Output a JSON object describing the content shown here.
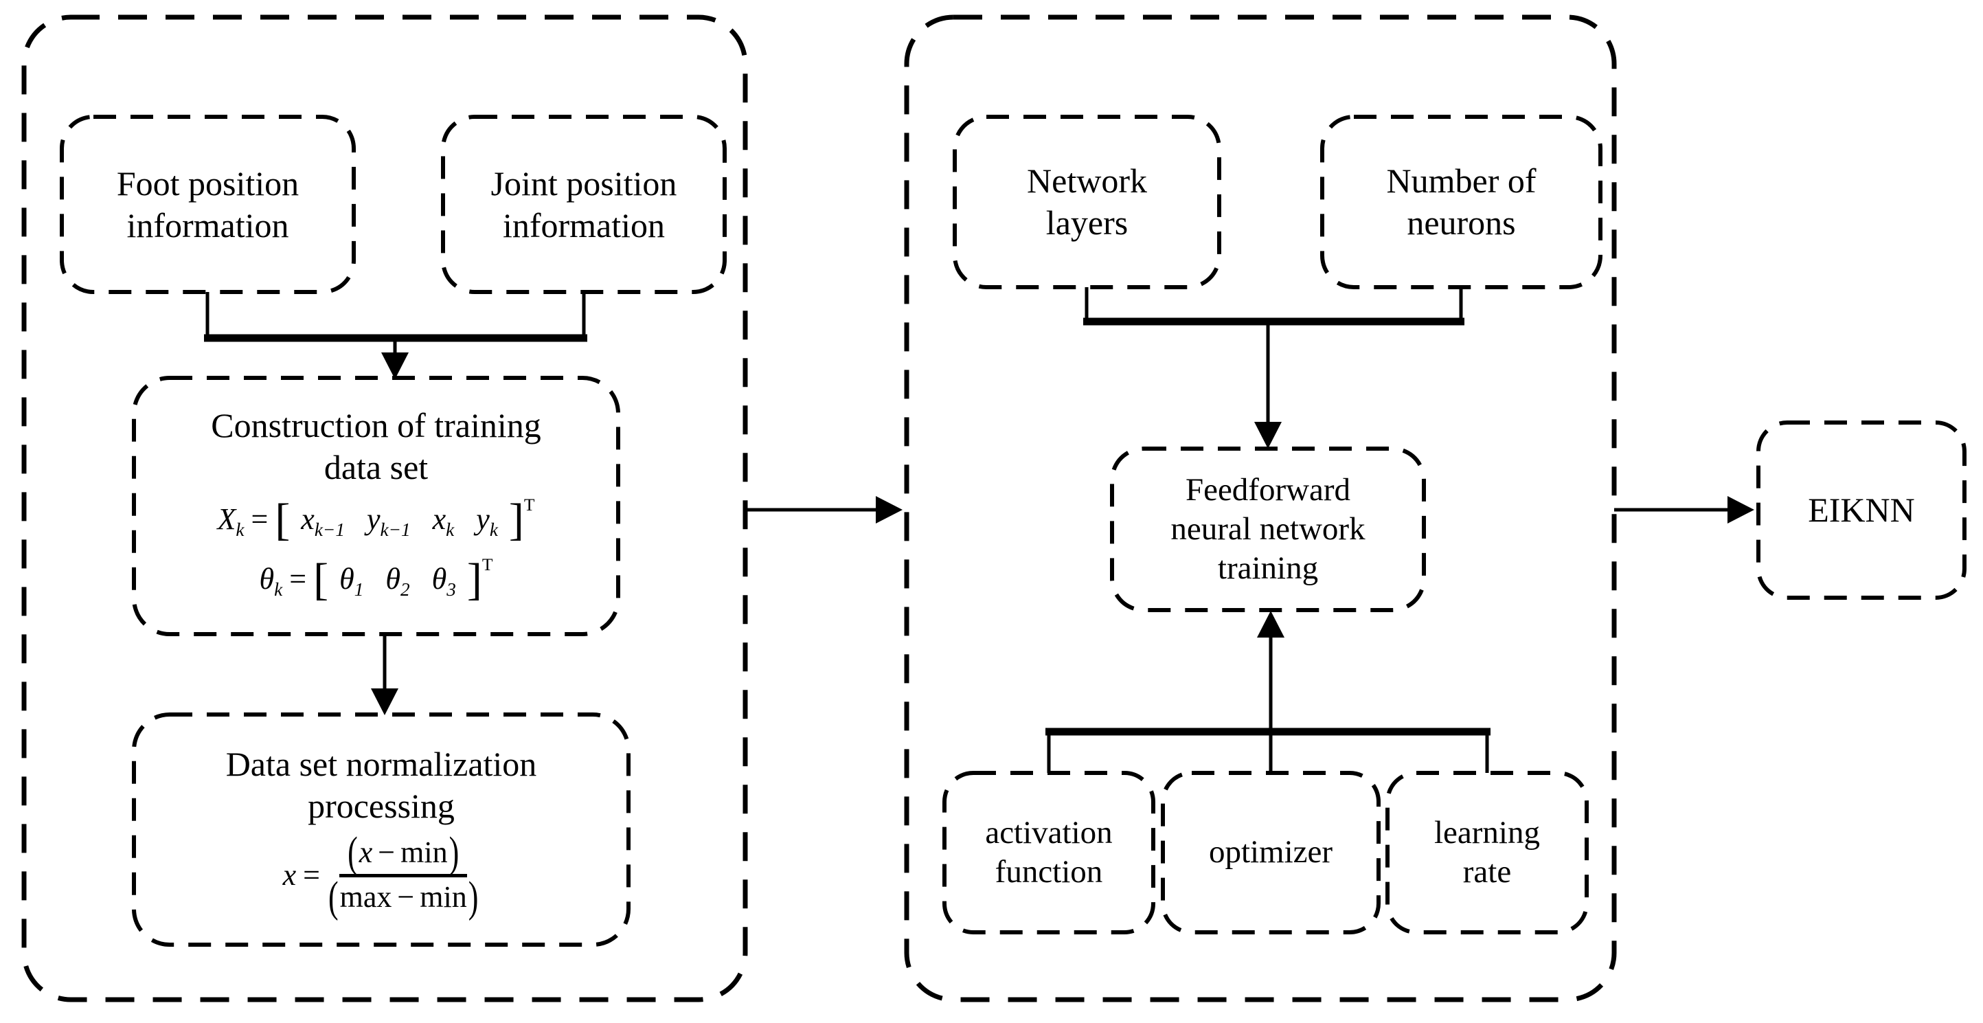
{
  "diagram": {
    "left_group": {
      "foot_box": {
        "line1": "Foot position",
        "line2": "information"
      },
      "joint_box": {
        "line1": "Joint position",
        "line2": "information"
      },
      "construction_box": {
        "title_line1": "Construction of training",
        "title_line2": "data set"
      },
      "normalization_box": {
        "title_line1": "Data set normalization",
        "title_line2": "processing"
      }
    },
    "right_group": {
      "network_layers_box": {
        "line1": "Network",
        "line2": "layers"
      },
      "neurons_box": {
        "line1": "Number of",
        "line2": "neurons"
      },
      "feedforward_box": {
        "line1": "Feedforward",
        "line2": "neural network",
        "line3": "training"
      },
      "activation_box": {
        "line1": "activation",
        "line2": "function"
      },
      "optimizer_box": {
        "line1": "optimizer"
      },
      "learning_rate_box": {
        "line1": "learning",
        "line2": "rate"
      }
    },
    "output_box": {
      "label": "EIKNN"
    }
  },
  "formulas": {
    "xk": {
      "lhs": "X",
      "lhs_sub": "k",
      "eq": "=",
      "open": "[",
      "terms": [
        {
          "base": "x",
          "sub": "k−1"
        },
        {
          "base": "y",
          "sub": "k−1"
        },
        {
          "base": "x",
          "sub": "k"
        },
        {
          "base": "y",
          "sub": "k"
        }
      ],
      "close": "]",
      "sup": "T"
    },
    "theta": {
      "lhs": "θ",
      "lhs_sub": "k",
      "eq": "=",
      "open": "[",
      "terms": [
        {
          "base": "θ",
          "sub": "1"
        },
        {
          "base": "θ",
          "sub": "2"
        },
        {
          "base": "θ",
          "sub": "3"
        }
      ],
      "close": "]",
      "sup": "T"
    },
    "norm": {
      "lhs": "x",
      "eq": "=",
      "num_open": "(",
      "num_var": "x",
      "num_op": "−",
      "num_word": "min",
      "num_close": ")",
      "den_open": "(",
      "den_word1": "max",
      "den_op": "−",
      "den_word2": "min",
      "den_close": ")"
    }
  },
  "colors": {
    "ink": "#000000",
    "background": "#ffffff"
  }
}
